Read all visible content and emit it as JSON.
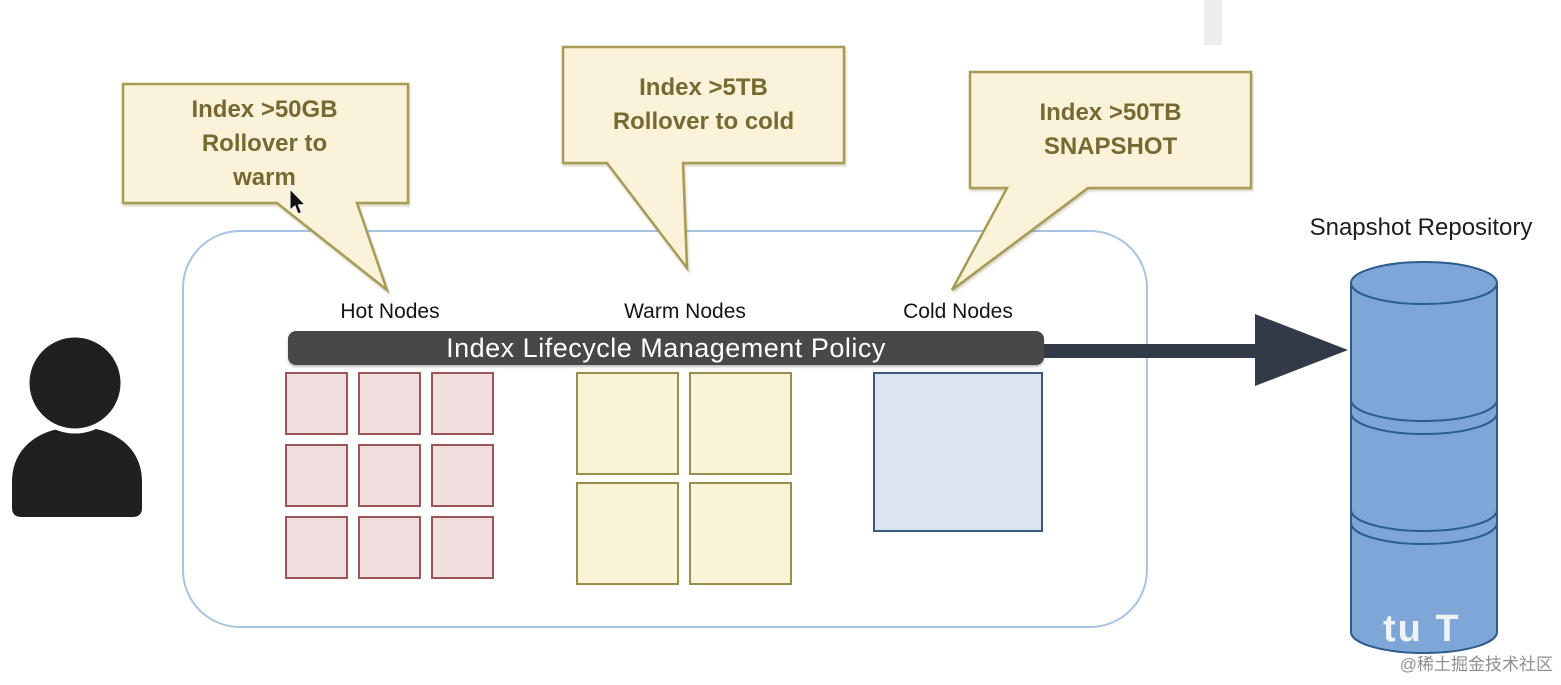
{
  "diagram_title_implied": "Index Lifecycle Management",
  "callouts": [
    {
      "name": "hot-rollover",
      "lines": [
        "Index >50GB",
        "Rollover to",
        "warm"
      ]
    },
    {
      "name": "warm-rollover",
      "lines": [
        "Index >5TB",
        "Rollover to cold"
      ]
    },
    {
      "name": "cold-snapshot",
      "lines": [
        "Index >50TB",
        "SNAPSHOT"
      ]
    }
  ],
  "cluster": {
    "policy_label": "Index Lifecycle Management Policy",
    "groups": [
      {
        "label": "Hot Nodes",
        "node_count": 9
      },
      {
        "label": "Warm Nodes",
        "node_count": 4
      },
      {
        "label": "Cold Nodes",
        "node_count": 1
      }
    ]
  },
  "repository": {
    "label": "Snapshot Repository"
  },
  "watermarks": {
    "overlay_text": "tu T",
    "community": "@稀土掘金技术社区"
  },
  "icons": [
    "person-icon",
    "cursor-icon",
    "arrow-right-icon",
    "database-cylinder-icon"
  ],
  "colors": {
    "callout_fill": "#faf3d9",
    "callout_border": "#a89b55",
    "callout_text": "#766a32",
    "hot_fill": "#f1dede",
    "hot_border": "#9c5656",
    "warm_fill": "#faf3d8",
    "warm_border": "#998f4b",
    "cold_fill": "#dbe5f1",
    "cold_border": "#3d5a76",
    "policy_bar": "#484848",
    "policy_text": "#ffffff",
    "arrow": "#323947",
    "person": "#202020",
    "cylinder_fill": "#7ea6d6",
    "cylinder_stroke": "#2d5c8f",
    "container_border": "#a6c3e3"
  }
}
